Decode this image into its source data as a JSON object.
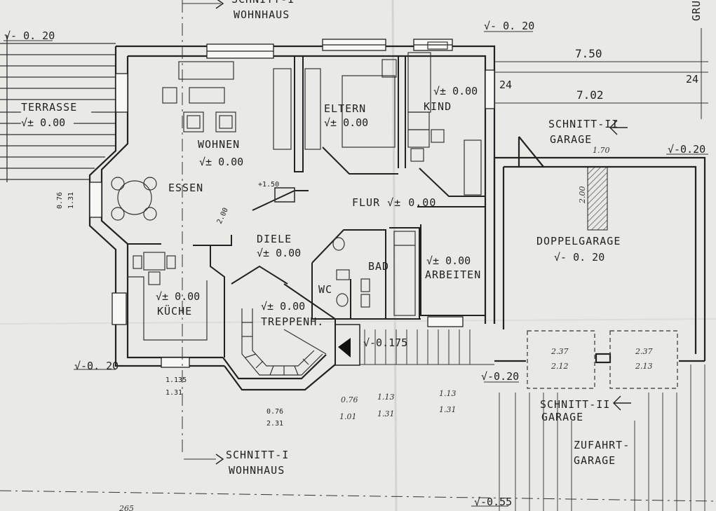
{
  "colors": {
    "paper": "#e9e9e6",
    "ink": "#222222",
    "wall_fill": "#f7f7f5"
  },
  "sections": {
    "top_i": "SCHNITT-I\nWOHNHAUS",
    "bottom_i": "SCHNITT-I\nWOHNHAUS",
    "garage_top": "SCHNITT-II\nGARAGE",
    "garage_bottom": "SCHNITT-II\nGARAGE",
    "access": "ZUFAHRT-\nGARAGE",
    "gru": "GRU"
  },
  "rooms": {
    "terrace": "TERRASSE",
    "terrace_level": "√± 0.00",
    "wohnen": "WOHNEN",
    "wohnen_level": "√± 0.00",
    "essen": "ESSEN",
    "eltern": "ELTERN",
    "eltern_level": "√± 0.00",
    "kind": "KIND",
    "kind_level": "√± 0.00",
    "flur": "FLUR √± 0.00",
    "diele": "DIELE",
    "diele_level": "√± 0.00",
    "bad": "BAD",
    "wc": "WC",
    "arbeiten": "ARBEITEN",
    "arbeiten_level": "√± 0.00",
    "kueche": "KÜCHE",
    "kueche_level": "√± 0.00",
    "treppenh": "TREPPENH.",
    "treppenh_level": "√± 0.00",
    "doppelgarage": "DOPPELGARAGE",
    "doppelgarage_level": "√- 0. 20"
  },
  "levels": {
    "top_left": "√- 0. 20",
    "top_mid": "√- 0. 20",
    "right_edge": "√-0.20",
    "left_bottom": "√-0. 20",
    "entrance": "√-0.175",
    "garage_front": "√-0.20",
    "bottom": "√-0.55"
  },
  "dimensions": {
    "d750": "7.50",
    "d702": "7.02",
    "d24a": "24",
    "d24b": "24",
    "stair_rise": "2.00",
    "stair_small": "+1.50",
    "window_076_131": "0.76\n1.31",
    "window_1135_131": "1.135\n1.31",
    "window_076_231": "0.76\n2.31",
    "hw1": "0.76\n1.01",
    "hw2": "1.13\n1.31",
    "hw3": "1.13\n1.31",
    "gate1": "2.37\n2.12",
    "gate2": "2.37\n2.13",
    "rafter": "1.70",
    "rafter2": "2.00"
  }
}
